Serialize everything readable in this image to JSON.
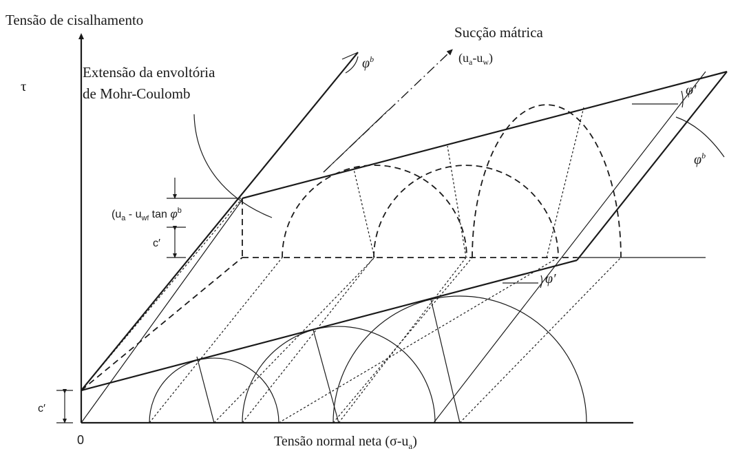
{
  "labels": {
    "y_axis_title": "Tensão de cisalhamento",
    "y_axis_symbol": "τ",
    "origin": "0",
    "x_axis_title": "Tensão normal neta (σ-u",
    "x_axis_sub": "a",
    "x_axis_close": ")",
    "suction_title": "Sucção mátrica",
    "suction_expr_open": "(u",
    "suction_sub_a": "a",
    "suction_dash": "-u",
    "suction_sub_w": "w",
    "suction_close": ")",
    "extension_line1": "Extensão da envoltória",
    "extension_line2": "de Mohr-Coulomb",
    "intercept_expr_open": "(u",
    "intercept_sub_a": "a",
    "intercept_dash": " - u",
    "intercept_sub_w": "w",
    "intercept_sub_f": "f",
    "intercept_tan": " tan ",
    "phi": "φ",
    "phi_b_sup": "b",
    "prime": "′",
    "c_prime_upper": "c′",
    "c_prime_lower": "c′"
  }
}
